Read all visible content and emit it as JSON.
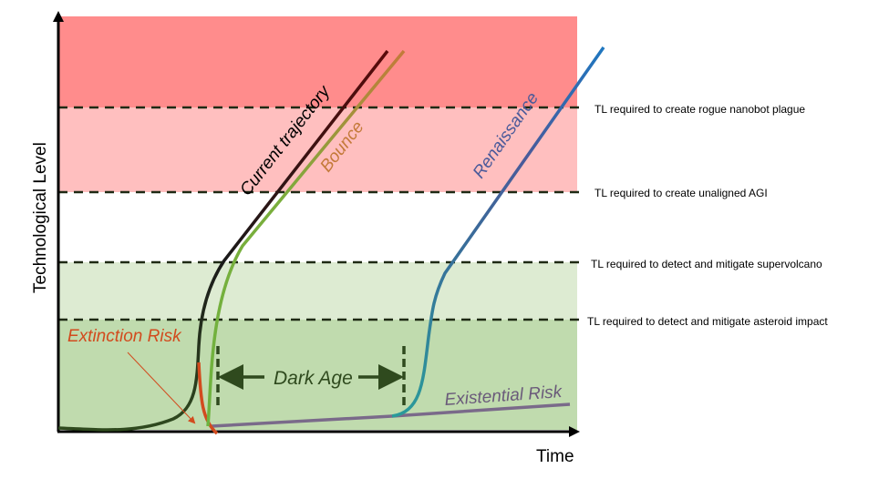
{
  "axes": {
    "y_label": "Technological Level",
    "x_label": "Time"
  },
  "thresholds": [
    {
      "label": "TL required to create rogue nanobot plague"
    },
    {
      "label": "TL required to create unaligned AGI"
    },
    {
      "label": "TL required to detect and mitigate supervolcano"
    },
    {
      "label": "TL required to detect and mitigate asteroid impact"
    }
  ],
  "curves": {
    "current": "Current trajectory",
    "bounce": "Bounce",
    "renaissance": "Renaissance",
    "existential": "Existential Risk",
    "extinction": "Extinction Risk",
    "dark_age": "Dark Age"
  },
  "colors": {
    "danger_high": "#FF8C8C",
    "danger_mid": "#FFBFBF",
    "safe_light": "#DDEBD2",
    "safe_dark": "#C0DBAE",
    "extinction": "#D24B1E",
    "bounce": "#6DB33F",
    "existential": "#7A6A8A",
    "renaissance": "#1F77C0",
    "dark": "#2F4A1E"
  }
}
